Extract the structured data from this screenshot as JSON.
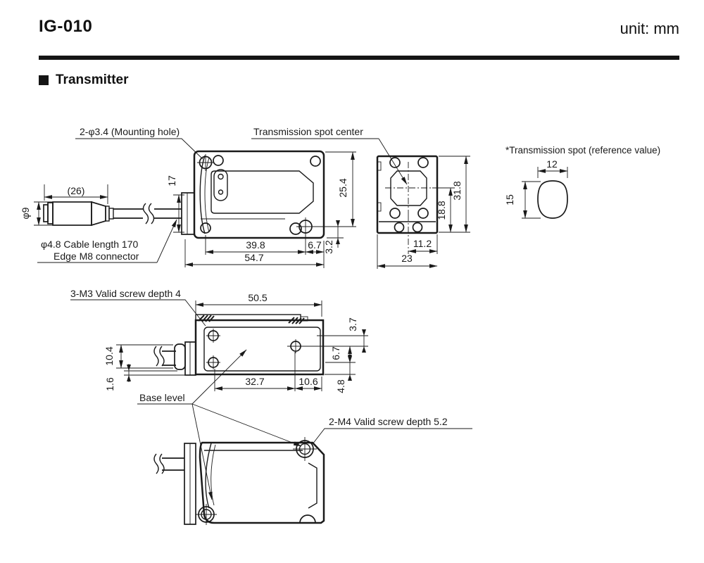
{
  "header": {
    "model": "IG-010",
    "unit_label": "unit: mm"
  },
  "section": {
    "title": "Transmitter"
  },
  "top_view": {
    "callout_mounting_hole": "2-φ3.4 (Mounting hole)",
    "callout_spot_center": "Transmission spot center",
    "callout_cable": "φ4.8 Cable length 170",
    "callout_connector": "Edge M8 connector",
    "dim_connector_length": "(26)",
    "dim_connector_dia": "φ9",
    "dim_flange_height": "17",
    "dim_hole_span": "39.8",
    "dim_hole_to_edge": "6.7",
    "dim_overall_length": "54.7",
    "dim_body_height": "25.4",
    "dim_hole_to_bottom": "3.2"
  },
  "front_view": {
    "dim_overall_height": "31.8",
    "dim_center_height": "18.8",
    "dim_center_to_edge": "11.2",
    "dim_overall_width": "23"
  },
  "spot_view": {
    "callout_note": "*Transmission spot (reference value)",
    "dim_width": "12",
    "dim_height": "15"
  },
  "side_view": {
    "callout_screw": "3-M3 Valid screw depth 4",
    "callout_base_level": "Base level",
    "dim_overall_length": "50.5",
    "dim_cable_height": "10.4",
    "dim_base_offset": "1.6",
    "dim_hole_span": "32.7",
    "dim_hole_to_edge": "10.6",
    "dim_hole_to_bottom": "4.8",
    "dim_hole_offset": "6.7",
    "dim_top_offset": "3.7"
  },
  "bottom_view": {
    "callout_screw": "2-M4 Valid screw depth 5.2"
  },
  "style": {
    "ink": "#1a1a1a",
    "background": "#ffffff"
  }
}
